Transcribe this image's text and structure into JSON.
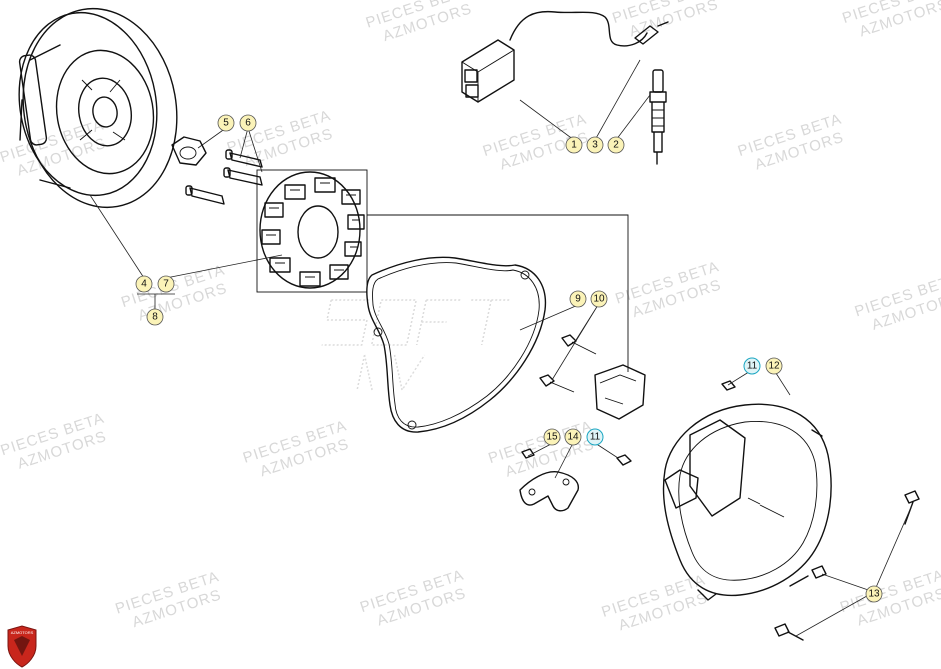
{
  "watermark": {
    "line1": "PIECES BETA",
    "line2": "AZMOTORS",
    "logo_text": "AZMOTORS"
  },
  "callouts": [
    {
      "id": "c1",
      "label": "1",
      "style": "yellow"
    },
    {
      "id": "c3",
      "label": "3",
      "style": "yellow"
    },
    {
      "id": "c2",
      "label": "2",
      "style": "yellow"
    },
    {
      "id": "c5",
      "label": "5",
      "style": "yellow"
    },
    {
      "id": "c6",
      "label": "6",
      "style": "yellow"
    },
    {
      "id": "c4",
      "label": "4",
      "style": "yellow"
    },
    {
      "id": "c7",
      "label": "7",
      "style": "yellow"
    },
    {
      "id": "c8",
      "label": "8",
      "style": "yellow"
    },
    {
      "id": "c9",
      "label": "9",
      "style": "yellow"
    },
    {
      "id": "c10",
      "label": "10",
      "style": "yellow"
    },
    {
      "id": "c11a",
      "label": "11",
      "style": "cyan"
    },
    {
      "id": "c12",
      "label": "12",
      "style": "yellow"
    },
    {
      "id": "c15",
      "label": "15",
      "style": "yellow"
    },
    {
      "id": "c14",
      "label": "14",
      "style": "yellow"
    },
    {
      "id": "c11b",
      "label": "11",
      "style": "cyan"
    },
    {
      "id": "c13",
      "label": "13",
      "style": "yellow"
    }
  ],
  "colors": {
    "callout_yellow": "#fbf3b8",
    "callout_cyan": "#dff4f7",
    "watermark": "#d8d8d8",
    "logo_red": "#c8261c"
  }
}
